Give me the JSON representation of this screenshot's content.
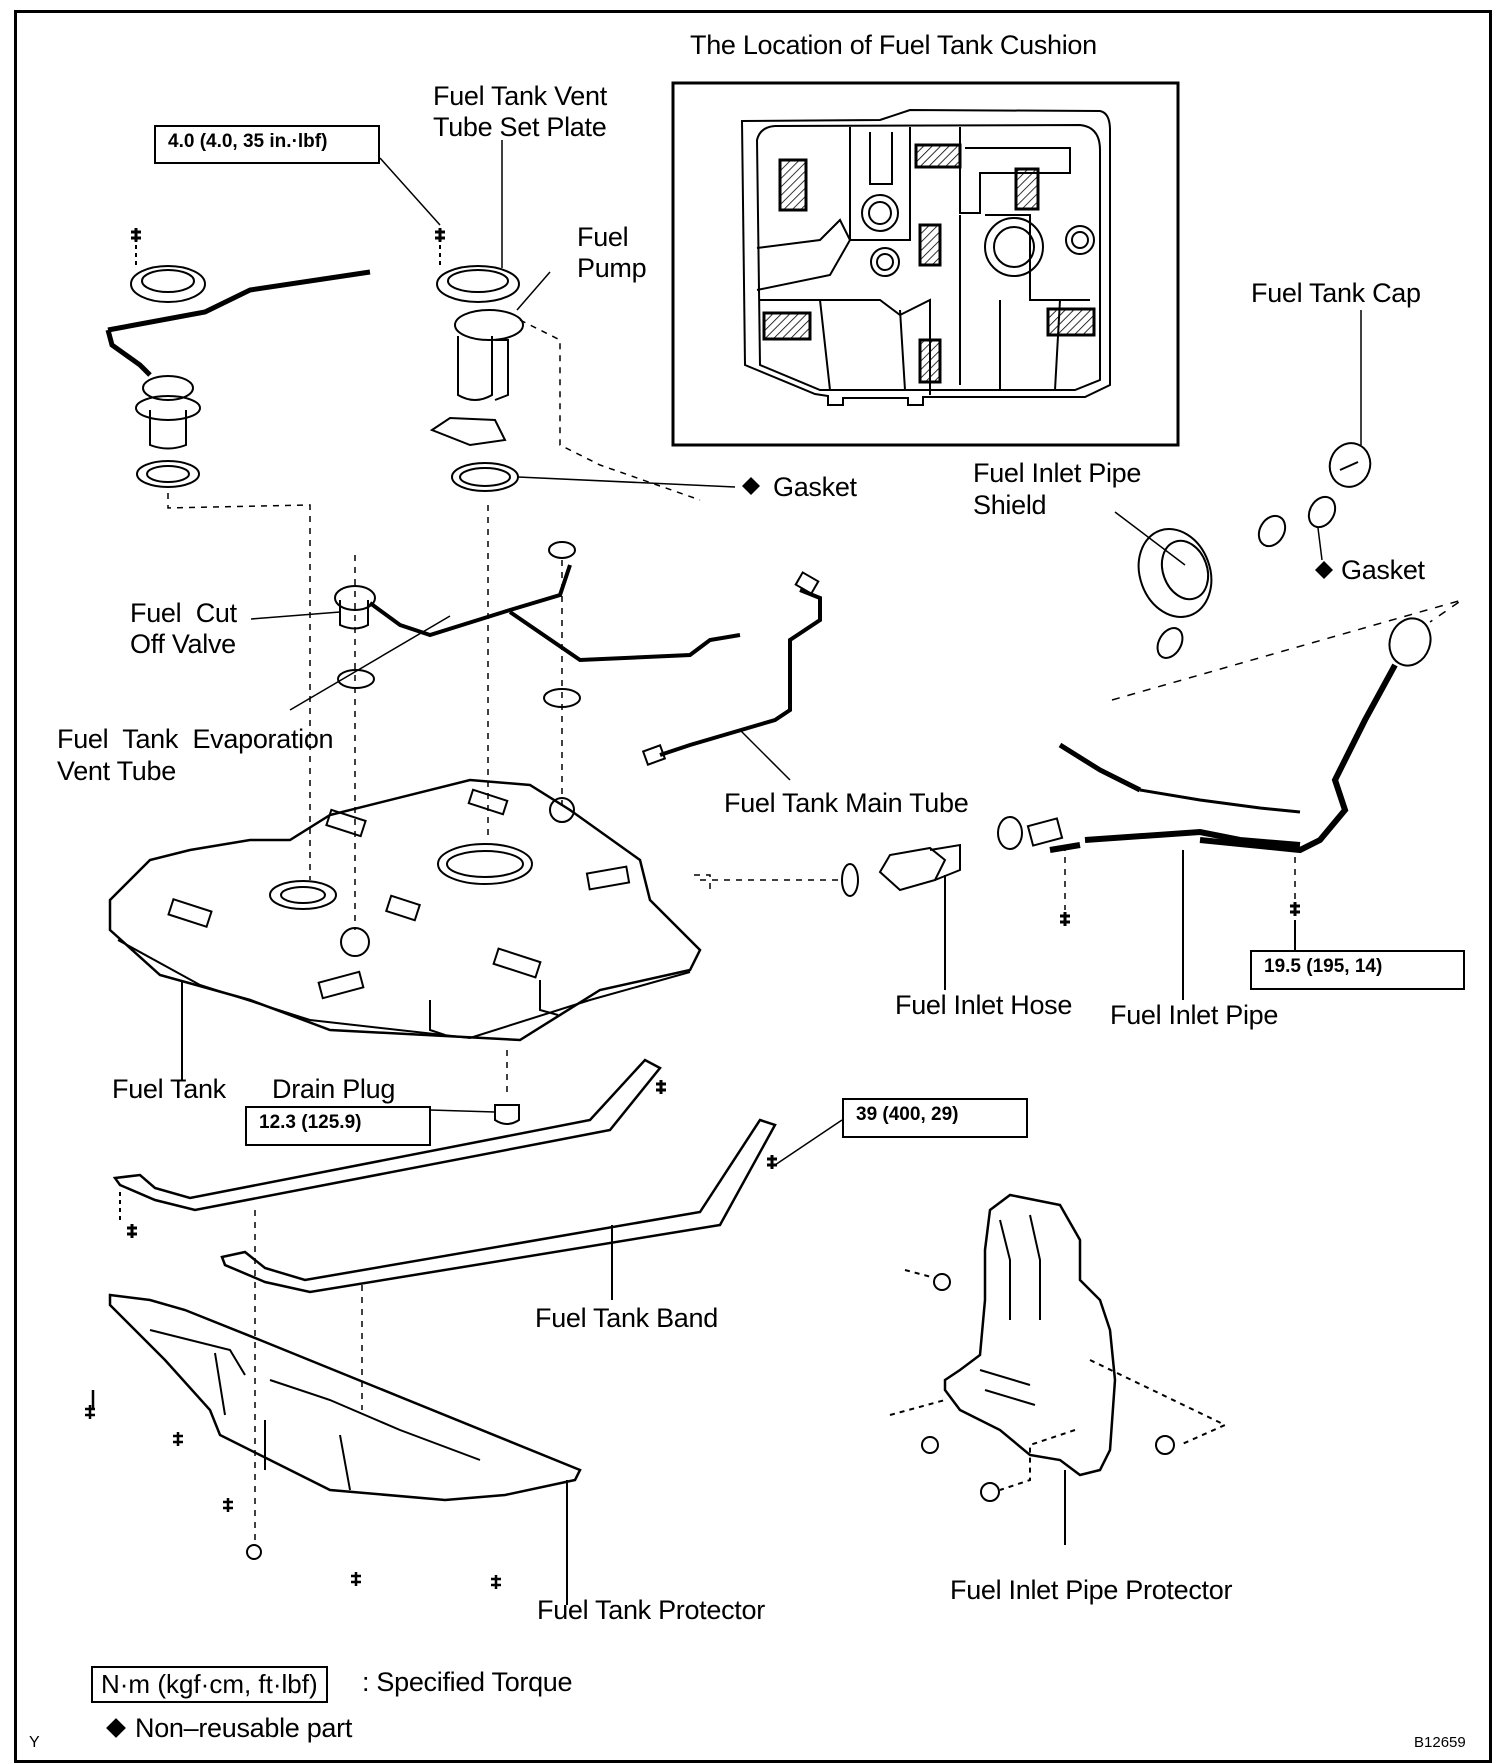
{
  "figure_id": "B12659",
  "corner_mark": "Y",
  "inset": {
    "title": "The Location of Fuel Tank Cushion",
    "cushion_count": 7
  },
  "part_labels": {
    "vent_tube_set_plate": [
      "Fuel Tank Vent",
      "Tube Set Plate"
    ],
    "fuel_pump": [
      "Fuel",
      "Pump"
    ],
    "gasket_pump": "Gasket",
    "fuel_cut_off_valve": [
      "Fuel  Cut",
      "Off Valve"
    ],
    "evaporation_vent_tube": [
      "Fuel  Tank  Evaporation",
      "Vent Tube"
    ],
    "main_tube": "Fuel Tank Main Tube",
    "fuel_tank_cap": "Fuel Tank Cap",
    "inlet_pipe_shield": [
      "Fuel Inlet Pipe",
      "Shield"
    ],
    "gasket_cap": "Gasket",
    "fuel_tank": "Fuel Tank",
    "drain_plug": "Drain Plug",
    "inlet_hose": "Fuel Inlet Hose",
    "inlet_pipe": "Fuel Inlet Pipe",
    "tank_band": "Fuel Tank Band",
    "tank_protector": "Fuel Tank Protector",
    "inlet_pipe_protector": "Fuel Inlet Pipe Protector"
  },
  "torque_specs": {
    "vent_plate_bolt": "4.0 (4.0, 35 in.·lbf)",
    "inlet_pipe_bolt": "19.5 (195, 14)",
    "drain_plug": "12.3 (125.9)",
    "tank_band_bolt": "39 (400, 29)"
  },
  "legend": {
    "torque_unit_box": "N·m (kgf·cm, ft·lbf)",
    "torque_desc": ": Specified Torque",
    "non_reusable": "Non–reusable part",
    "non_reusable_marker": "diamond-icon"
  }
}
